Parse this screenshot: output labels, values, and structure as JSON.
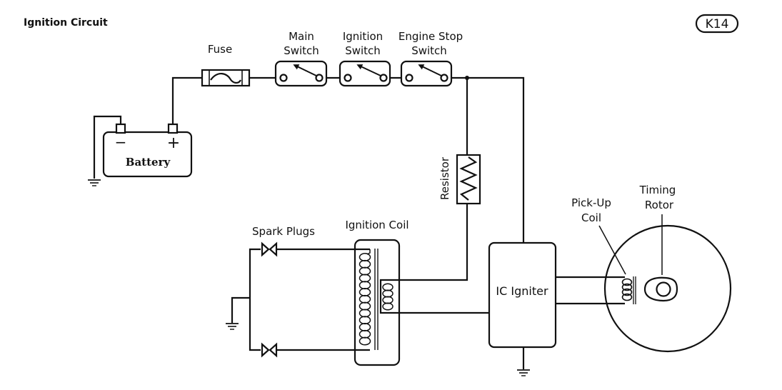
{
  "diagram": {
    "title": "Ignition Circuit",
    "page_code": "K14",
    "colors": {
      "line": "#111111",
      "background": "#ffffff"
    },
    "components": {
      "fuse": {
        "label": "Fuse"
      },
      "main_switch": {
        "label_line1": "Main",
        "label_line2": "Switch"
      },
      "ignition_switch": {
        "label_line1": "Ignition",
        "label_line2": "Switch"
      },
      "engine_stop_switch": {
        "label_line1": "Engine Stop",
        "label_line2": "Switch"
      },
      "battery": {
        "label": "Battery",
        "negative": "−",
        "positive": "+"
      },
      "resistor": {
        "label": "Resistor"
      },
      "spark_plugs": {
        "label": "Spark Plugs"
      },
      "ignition_coil": {
        "label": "Ignition Coil"
      },
      "ic_igniter": {
        "label": "IC Igniter"
      },
      "pickup_coil": {
        "label_line1": "Pick-Up",
        "label_line2": "Coil"
      },
      "timing_rotor": {
        "label_line1": "Timing",
        "label_line2": "Rotor"
      }
    },
    "connections": [
      [
        "battery.positive",
        "fuse"
      ],
      [
        "fuse",
        "main_switch"
      ],
      [
        "main_switch",
        "ignition_switch"
      ],
      [
        "ignition_switch",
        "engine_stop_switch"
      ],
      [
        "engine_stop_switch",
        "resistor"
      ],
      [
        "engine_stop_switch",
        "ic_igniter"
      ],
      [
        "resistor",
        "ignition_coil.primary"
      ],
      [
        "ignition_coil.primary",
        "ic_igniter"
      ],
      [
        "ignition_coil.secondary",
        "spark_plugs"
      ],
      [
        "pickup_coil",
        "ic_igniter"
      ],
      [
        "battery.negative",
        "ground"
      ],
      [
        "spark_plugs",
        "ground"
      ],
      [
        "ic_igniter",
        "ground"
      ]
    ]
  }
}
